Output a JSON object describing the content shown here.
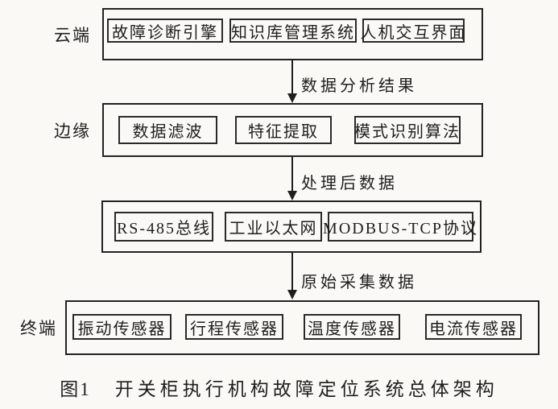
{
  "diagram": {
    "layers": [
      {
        "label": "云端",
        "boxes": [
          "故障诊断引擎",
          "知识库管理系统",
          "人机交互界面"
        ]
      },
      {
        "label": "边缘",
        "boxes": [
          "数据滤波",
          "特征提取",
          "模式识别算法"
        ]
      },
      {
        "label": "",
        "boxes": [
          "RS-485总线",
          "工业以太网",
          "MODBUS-TCP协议"
        ]
      },
      {
        "label": "终端",
        "boxes": [
          "振动传感器",
          "行程传感器",
          "温度传感器",
          "电流传感器"
        ]
      }
    ],
    "arrows": [
      {
        "label": "数据分析结果"
      },
      {
        "label": "处理后数据"
      },
      {
        "label": "原始采集数据"
      }
    ],
    "caption": {
      "number": "图1",
      "title": "开关柜执行机构故障定位系统总体架构"
    },
    "colors": {
      "background": "#faf9f6",
      "line": "#1f1f1f",
      "text": "#1e1e1e"
    }
  }
}
